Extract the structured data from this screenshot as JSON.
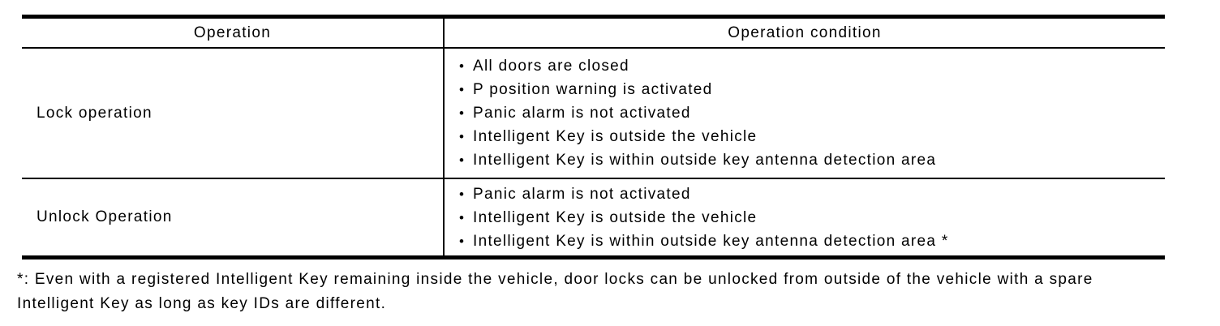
{
  "table": {
    "columns": [
      {
        "header": "Operation"
      },
      {
        "header": "Operation condition"
      }
    ],
    "rows": [
      {
        "operation": "Lock operation",
        "conditions": [
          "All doors are closed",
          "P position warning is activated",
          "Panic alarm is not activated",
          "Intelligent Key is outside the vehicle",
          "Intelligent Key is within outside key antenna detection area"
        ]
      },
      {
        "operation": "Unlock Operation",
        "conditions": [
          "Panic alarm is not activated",
          "Intelligent Key is outside the vehicle",
          "Intelligent Key is within outside key antenna detection area *"
        ]
      }
    ]
  },
  "footnote": {
    "line1": "*: Even with a registered Intelligent Key remaining inside the vehicle, door locks can be unlocked from outside of the vehicle with a spare",
    "line2": "Intelligent Key as long as key IDs are different."
  },
  "icons": {
    "bullet": "•"
  },
  "colors": {
    "text": "#000000",
    "border": "#000000",
    "background": "#ffffff"
  }
}
